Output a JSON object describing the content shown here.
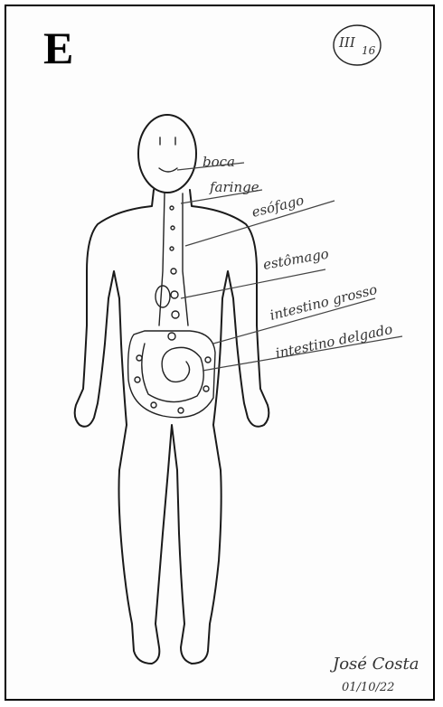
{
  "panel": {
    "letter": "E"
  },
  "stamp": {
    "roman": "III",
    "number": "16"
  },
  "labels": {
    "mouth": "boca",
    "pharynx": "faringe",
    "esophagus": "esófago",
    "stomach": "estômago",
    "large_intestine": "intestino grosso",
    "small_intestine": "intestino delgado"
  },
  "signature": {
    "name": "José Costa",
    "date": "01/10/22"
  },
  "colors": {
    "ink": "#1a1a1a",
    "frame": "#000000",
    "paper": "#fdfdfd"
  }
}
